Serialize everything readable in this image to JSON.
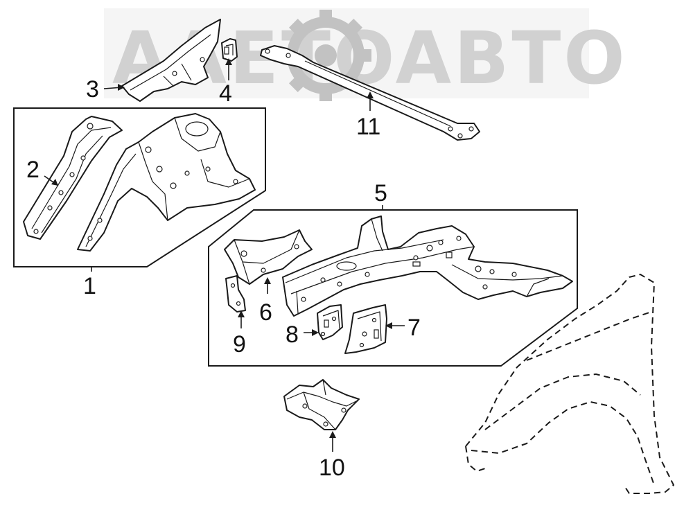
{
  "watermark": {
    "text": "AAETOABTO",
    "color": "#c9c9c9",
    "gear_color": "#b8b8b8"
  },
  "colors": {
    "line": "#1a1a1a",
    "background": "#ffffff"
  },
  "callouts": {
    "c1": "1",
    "c2": "2",
    "c3": "3",
    "c4": "4",
    "c5": "5",
    "c6": "6",
    "c7": "7",
    "c8": "8",
    "c9": "9",
    "c10": "10",
    "c11": "11"
  }
}
